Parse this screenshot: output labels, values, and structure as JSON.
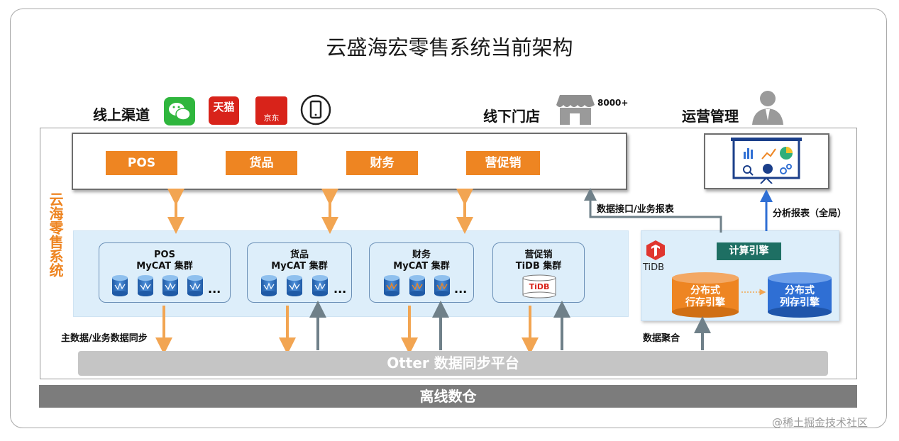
{
  "title": "云盛海宏零售系统当前架构",
  "channels": {
    "online": "线上渠道",
    "offline": "线下门店",
    "store_count": "8000+",
    "ops": "运营管理",
    "tmall_label": "天猫",
    "jd_label": "京东"
  },
  "modules": [
    "POS",
    "货品",
    "财务",
    "营促销"
  ],
  "system_label": "云海零售系统",
  "clusters": [
    {
      "name": "POS",
      "type": "MyCAT 集群"
    },
    {
      "name": "货品",
      "type": "MyCAT 集群"
    },
    {
      "name": "财务",
      "type": "MyCAT 集群"
    },
    {
      "name": "营促销",
      "type": "TiDB 集群"
    }
  ],
  "ellipsis": "...",
  "tidb_label": "TiDB",
  "tidb": {
    "compute": "计算引擎",
    "row_store": [
      "分布式",
      "行存引擎"
    ],
    "col_store": [
      "分布式",
      "列存引擎"
    ]
  },
  "labels": {
    "data_interface": "数据接口/业务报表",
    "analysis_report": "分析报表（全局）",
    "master_sync": "主数据/业务数据同步",
    "data_aggregate": "数据聚合"
  },
  "otter": "Otter 数据同步平台",
  "warehouse": "离线数仓",
  "watermark": "@稀土掘金技术社区",
  "colors": {
    "orange": "#ee8522",
    "green": "#1e6f63",
    "gray_arrow": "#6f8089",
    "blue_arrow": "#2f6fd4",
    "light_blue": "#ddeefa"
  }
}
